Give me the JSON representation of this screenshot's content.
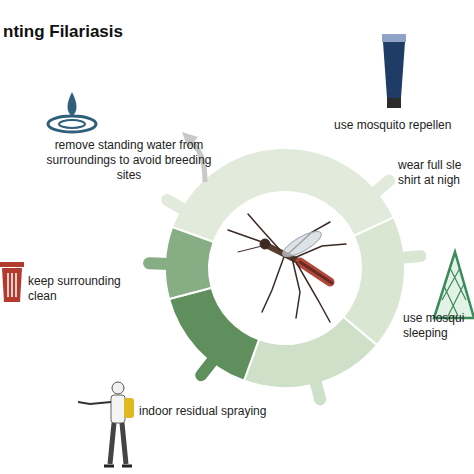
{
  "diagram": {
    "title": "nting Filariasis",
    "labels": [
      "remove standing water from surroundings to avoid breeding sites",
      "use mosquito repellen",
      "wear full sle shirt at nigh",
      "keep surrounding clean",
      "use mosqui sleeping",
      "indoor residual spraying"
    ]
  }
}
